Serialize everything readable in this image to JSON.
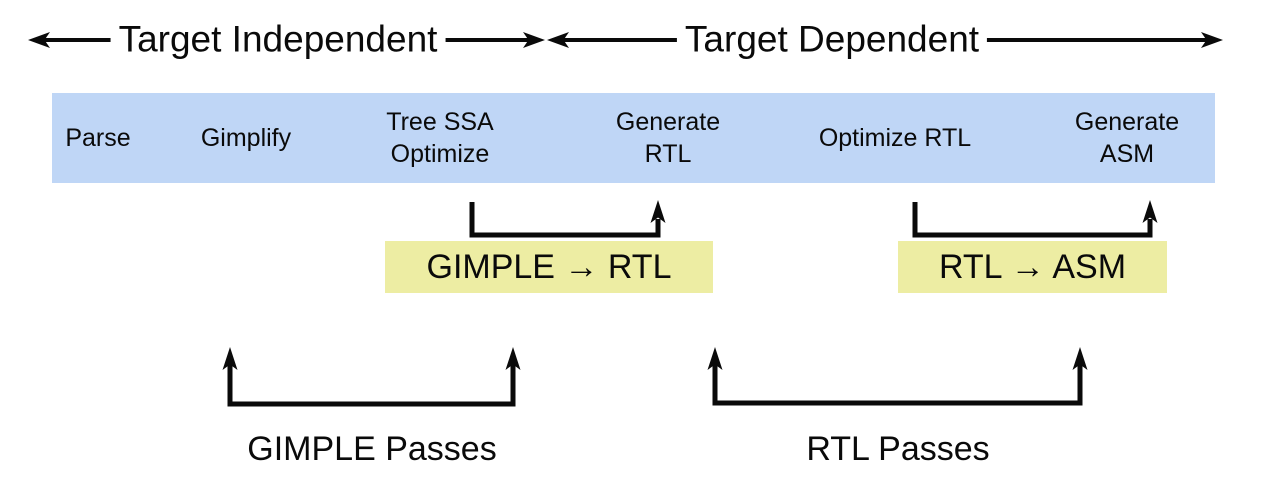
{
  "colors": {
    "band_blue": "#BFD6F6",
    "highlight_yellow": "#EDEDA3",
    "ink": "#0A0A0A",
    "background": "#FFFFFF"
  },
  "top": {
    "independent_label": "Target Independent",
    "dependent_label": "Target Dependent"
  },
  "pipeline": {
    "stages": [
      {
        "line1": "Parse",
        "line2": ""
      },
      {
        "line1": "Gimplify",
        "line2": ""
      },
      {
        "line1": "Tree SSA",
        "line2": "Optimize"
      },
      {
        "line1": "Generate",
        "line2": "RTL"
      },
      {
        "line1": "Optimize RTL",
        "line2": ""
      },
      {
        "line1": "Generate",
        "line2": "ASM"
      }
    ]
  },
  "conversions": {
    "gimple_to_rtl": "GIMPLE → RTL",
    "rtl_to_asm": "RTL → ASM"
  },
  "passes": {
    "gimple_label": "GIMPLE Passes",
    "rtl_label": "RTL Passes"
  }
}
